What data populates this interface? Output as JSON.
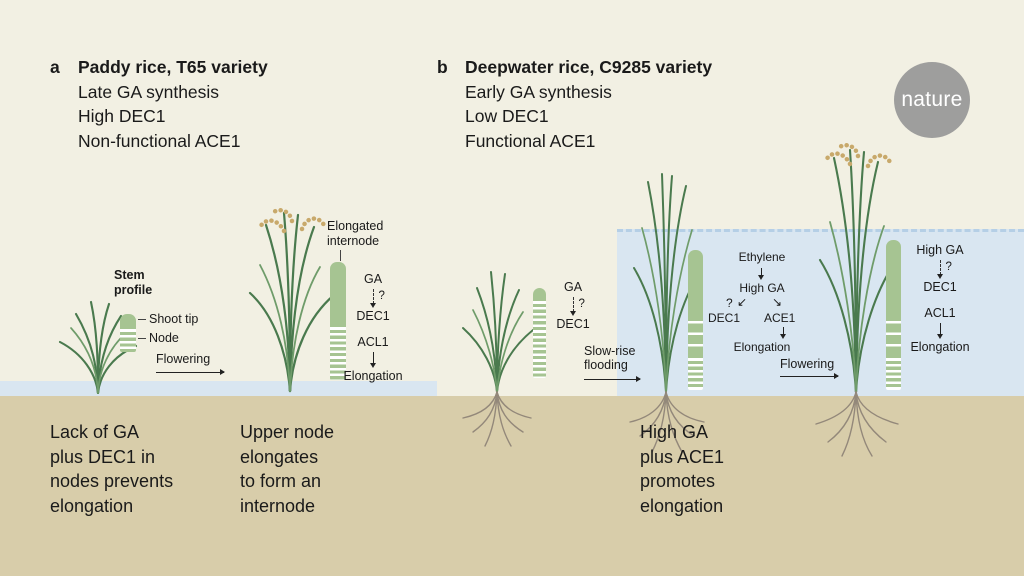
{
  "brand": {
    "logo_text": "nature"
  },
  "panel_a": {
    "label": "a",
    "title": "Paddy rice, T65 variety",
    "subtitle_lines": [
      "Late GA synthesis",
      "High DEC1",
      "Non-functional ACE1"
    ],
    "stem_profile_title": "Stem profile",
    "shoot_tip_label": "Shoot tip",
    "node_label": "Node",
    "flowering_label": "Flowering",
    "elongated_internode_label": "Elongated\ninternode",
    "pathway": {
      "ga": "GA",
      "question_mark": "?",
      "dec1": "DEC1",
      "acl1": "ACL1",
      "elongation": "Elongation"
    },
    "caption_small_plant": "Lack of GA\nplus DEC1 in\nnodes prevents\nelongation",
    "caption_large_plant": "Upper node\nelongates\nto form an\ninternode"
  },
  "panel_b": {
    "label": "b",
    "title": "Deepwater rice, C9285 variety",
    "subtitle_lines": [
      "Early GA synthesis",
      "Low DEC1",
      "Functional ACE1"
    ],
    "preflood_pathway": {
      "ga": "GA",
      "question_mark": "?",
      "dec1": "DEC1"
    },
    "flooding_label": "Slow-rise\nflooding",
    "flood_pathway": {
      "ethylene": "Ethylene",
      "high_ga": "High GA",
      "question_mark": "?",
      "down_left_arrow": "↙",
      "down_right_arrow": "↘",
      "dec1": "DEC1",
      "ace1": "ACE1",
      "elongation": "Elongation"
    },
    "flowering_label": "Flowering",
    "postflood_pathway": {
      "high_ga": "High GA",
      "question_mark": "?",
      "dec1": "DEC1",
      "acl1": "ACL1",
      "elongation": "Elongation"
    },
    "caption": "High GA\nplus ACE1\npromotes\nelongation"
  },
  "colors": {
    "background": "#f2f0e3",
    "soil": "#d8cdaa",
    "water": "#d9e6f1",
    "plant_green": "#4a7a4e",
    "plant_green_light": "#6f9c6a",
    "stem_bar_green": "#a6c492",
    "grain_tan": "#c8a96b",
    "root_brown": "#93887a",
    "logo_gray": "#9e9e9d"
  }
}
